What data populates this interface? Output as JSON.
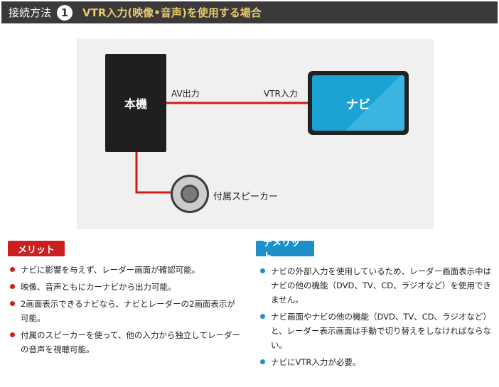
{
  "header": {
    "label": "接続方法",
    "number": "1",
    "title": "VTR入力(映像•音声)を使用する場合"
  },
  "diagram": {
    "unit_label": "本機",
    "navi_label": "ナビ",
    "av_out_label": "AV出力",
    "vtr_in_label": "VTR入力",
    "speaker_label": "付属スピーカー",
    "wire_color": "#d21c1c"
  },
  "merit": {
    "label": "メリット",
    "items": [
      "ナビに影響を与えず、レーダー画面が確認可能。",
      "映像、音声ともにカーナビから出力可能。",
      "2画面表示できるナビなら、ナビとレーダーの2画面表示が可能。",
      "付属のスピーカーを使って、他の入力から独立してレーダーの音声を視聴可能。"
    ]
  },
  "demerit": {
    "label": "デメリット",
    "items": [
      "ナビの外部入力を使用しているため、レーダー画面表示中はナビの他の機能（DVD、TV、CD、ラジオなど）を使用できません。",
      "ナビ画面やナビの他の機能（DVD、TV、CD、ラジオなど）と、レーダー表示画面は手動で切り替えをしなければならない。",
      "ナビにVTR入力が必要。"
    ]
  }
}
